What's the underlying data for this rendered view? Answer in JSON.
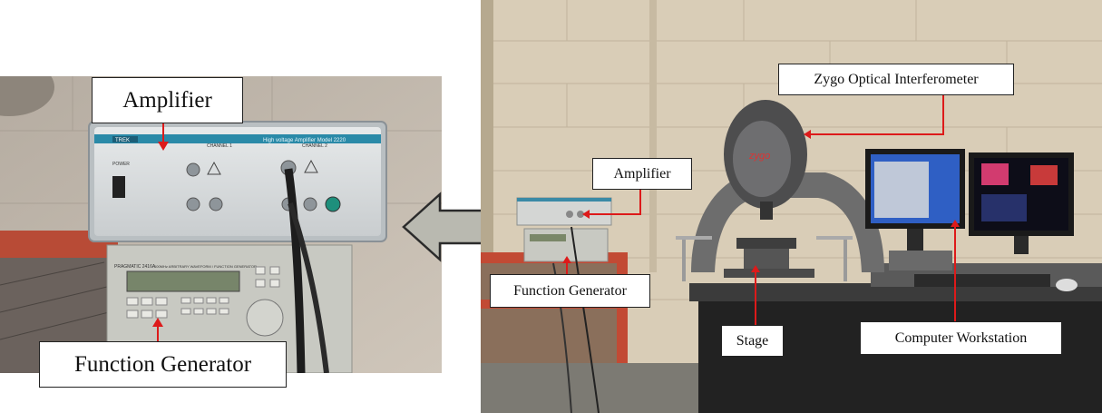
{
  "figure": {
    "left_panel": {
      "labels": {
        "amplifier": "Amplifier",
        "function_generator": "Function Generator"
      },
      "device_texts": {
        "amp_header": "High voltage Amplifier  Model 2220",
        "amp_brand": "TREK",
        "amp_channel1": "CHANNEL 1",
        "amp_channel2": "CHANNEL 2",
        "amp_power": "POWER",
        "fg_brand": "PRAGMATIC 2416A",
        "fg_subtitle": "100MHz ARBITRARY WAVEFORM / FUNCTION GENERATOR"
      }
    },
    "right_panel": {
      "labels": {
        "zygo": "Zygo Optical Interferometer",
        "amplifier": "Amplifier",
        "function_generator": "Function Generator",
        "stage": "Stage",
        "computer_workstation": "Computer Workstation"
      },
      "device_texts": {
        "zygo_logo": "zygo"
      }
    },
    "colors": {
      "arrow_red": "#dd1a1a",
      "wall": "#d9cdb7",
      "amp_panel": "#dcdfe0",
      "fg_panel": "#c8c9c2",
      "screen_blue": "#2f5fc4"
    }
  }
}
